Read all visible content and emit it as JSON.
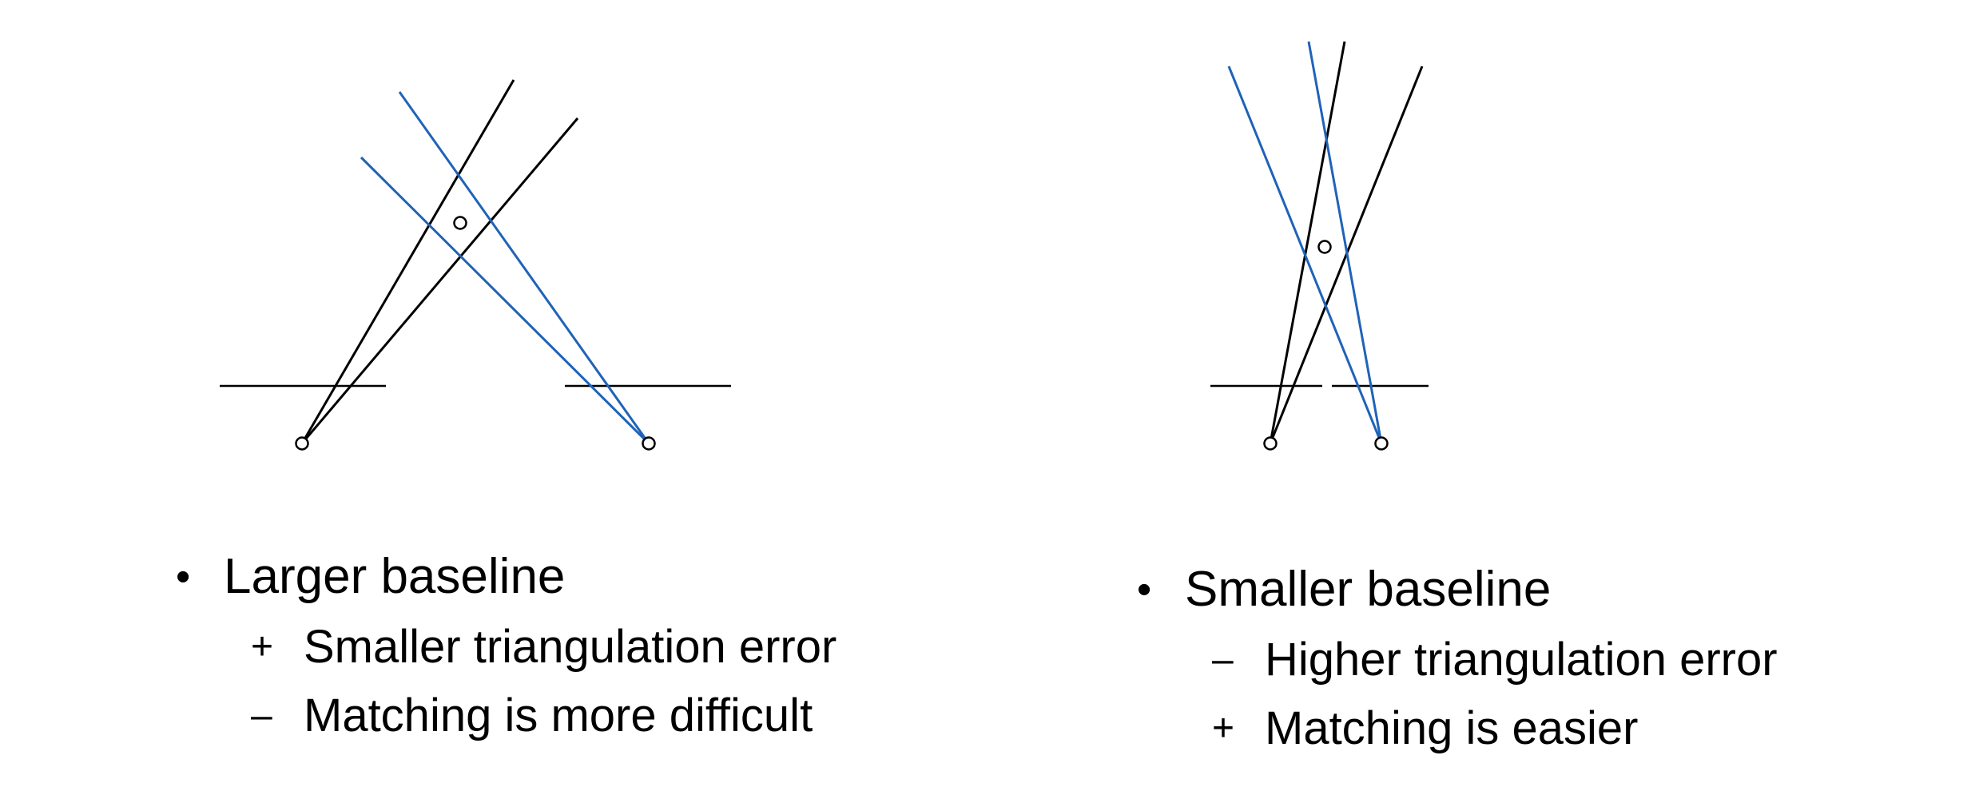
{
  "colors": {
    "black_ray": "#000000",
    "blue_ray": "#1f63b8",
    "background": "#ffffff"
  },
  "left": {
    "heading": "Larger baseline",
    "bullet_marker": "•",
    "items": [
      {
        "sign": "+",
        "text": "Smaller triangulation error"
      },
      {
        "sign": "–",
        "text": "Matching is more difficult"
      }
    ]
  },
  "right": {
    "heading": "Smaller baseline",
    "bullet_marker": "•",
    "items": [
      {
        "sign": "–",
        "text": "Higher triangulation error"
      },
      {
        "sign": "+",
        "text": "Matching is easier"
      }
    ]
  }
}
